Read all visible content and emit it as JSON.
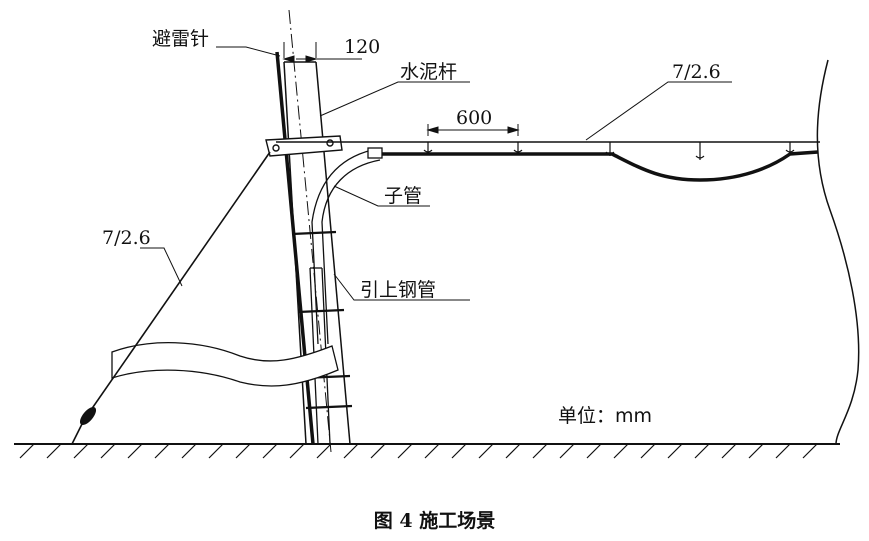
{
  "labels": {
    "lightning_rod": "避雷针",
    "pole_width": "120",
    "cement_pole": "水泥杆",
    "messenger_wire": "7/2.6",
    "clip_spacing": "600",
    "sub_duct": "子管",
    "guy_wire": "7/2.6",
    "riser_pipe": "引上钢管",
    "unit": "单位：mm"
  },
  "caption": "图 4  施工场景",
  "colors": {
    "line": "#111111",
    "background": "#ffffff"
  }
}
